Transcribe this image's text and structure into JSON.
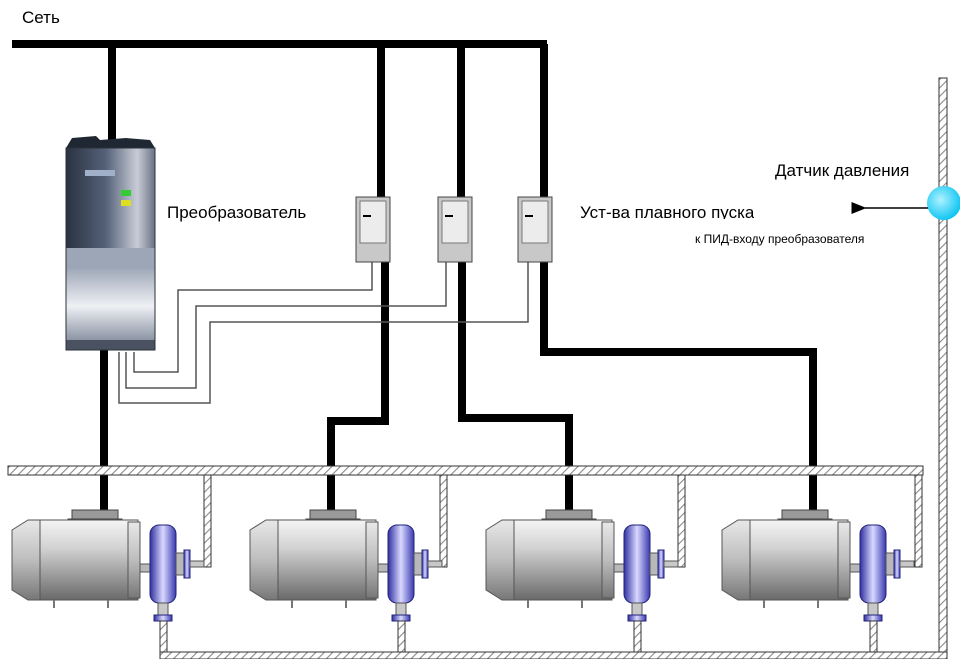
{
  "labels": {
    "network": "Сеть",
    "converter": "Преобразователь",
    "soft_starter": "Уст-ва плавного пуска",
    "pressure_sensor": "Датчик давления",
    "pid_input": "к ПИД-входу преобразователя"
  },
  "colors": {
    "power_line": "#000000",
    "control_line": "#555555",
    "pipe_hatch": "#8a8a8a",
    "sensor": "#33d6ff",
    "pump": "#5a5ad6",
    "vfd_body": "#3c4656",
    "led": "#33cc33"
  },
  "motors": [
    "motor-1",
    "motor-2",
    "motor-3",
    "motor-4"
  ],
  "soft_starters": [
    "soft-starter-1",
    "soft-starter-2",
    "soft-starter-3"
  ]
}
